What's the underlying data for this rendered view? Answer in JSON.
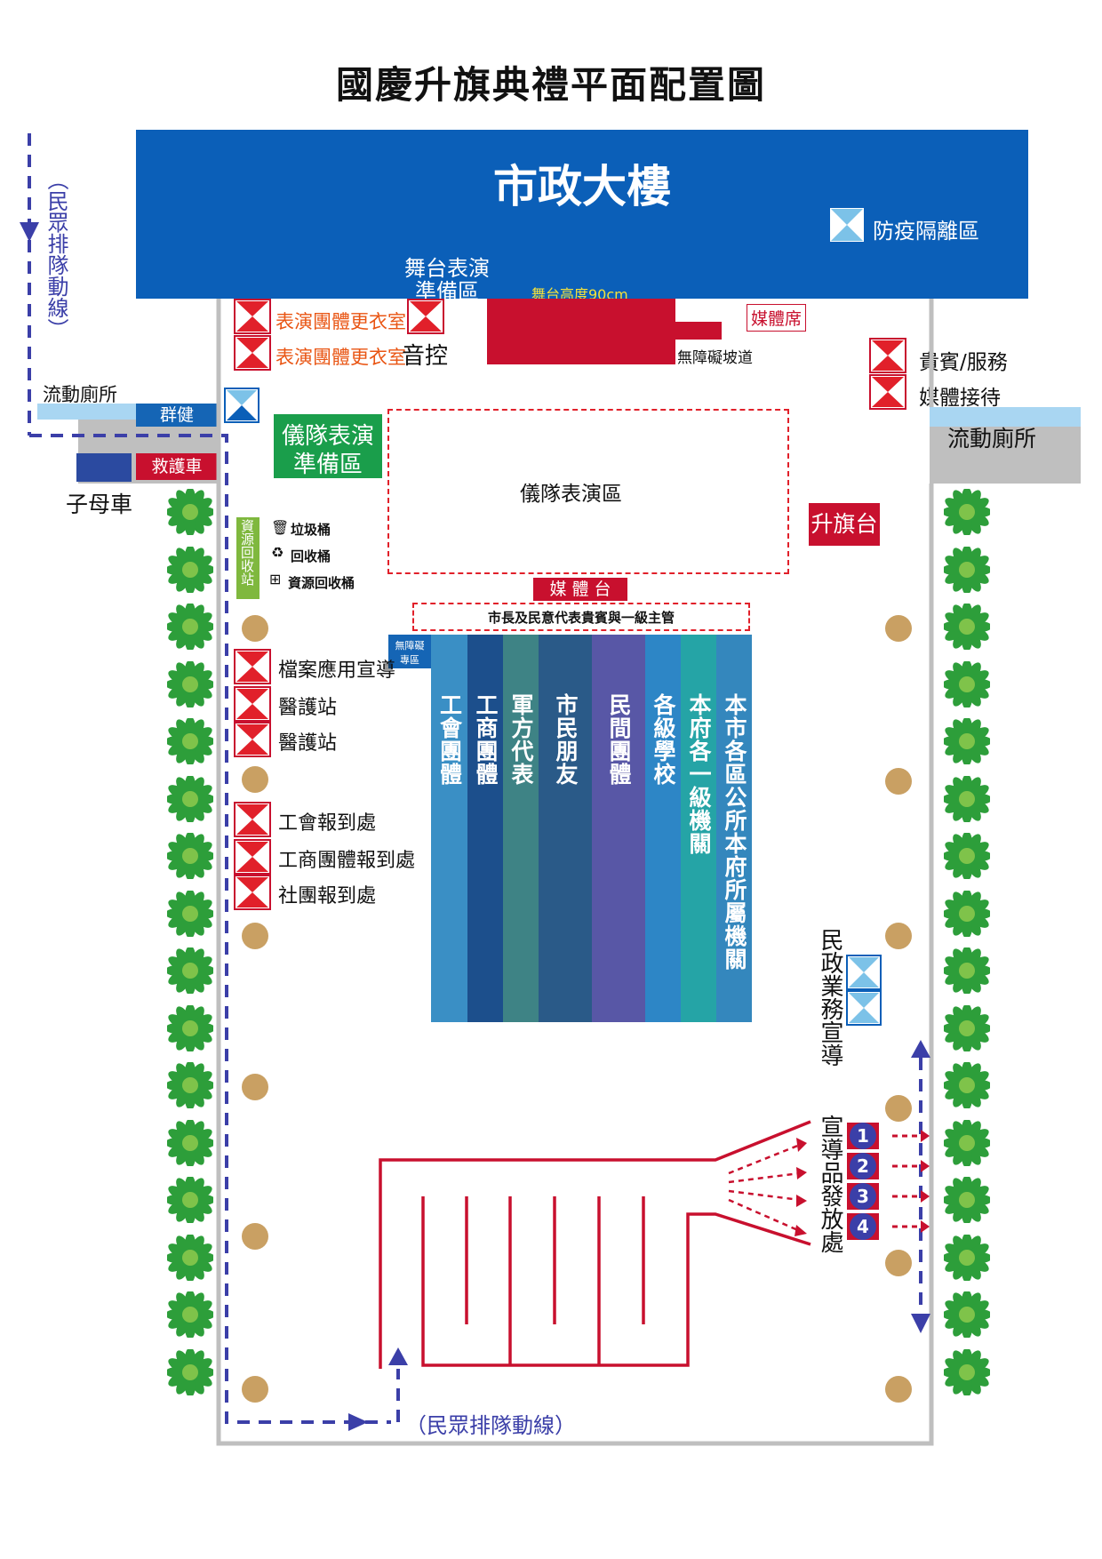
{
  "title": "國慶升旗典禮平面配置圖",
  "building": {
    "name": "市政大樓",
    "quarantine": "防疫隔離區"
  },
  "stage": {
    "prep_line1": "舞台表演",
    "prep_line2": "準備區",
    "height_note": "舞台高度90cm",
    "media_seat": "媒體席",
    "ramp": "無障礙坡道"
  },
  "left_top": {
    "dressing1": "表演團體更衣室",
    "dressing2": "表演團體更衣室",
    "sound": "音控",
    "toilet": "流動廁所",
    "health": "群健",
    "ambulance": "救護車",
    "mother_child": "子母車"
  },
  "right_top": {
    "vip": "貴賓/服務",
    "media_reception": "媒體接待",
    "toilet": "流動廁所"
  },
  "queue_left_vertical": "（民眾排隊動線）",
  "queue_bottom": "（民眾排隊動線）",
  "honor_guard": {
    "prep_line1": "儀隊表演",
    "prep_line2": "準備區",
    "area": "儀隊表演區"
  },
  "flag_platform": "升旗台",
  "media_platform": "媒 體 台",
  "vip_row": "市長及民意代表貴賓與一級主管",
  "accessible": {
    "line1": "無障礙",
    "line2": "專區"
  },
  "recycle": {
    "station": "資源回收站",
    "trash": "垃圾桶",
    "recycle": "回收桶",
    "resource": "資源回收桶"
  },
  "booths_left": [
    "檔案應用宣導",
    "醫護站",
    "醫護站",
    "工會報到處",
    "工商團體報到處",
    "社團報到處"
  ],
  "columns": [
    {
      "label": "工會團體",
      "color": "#3a8fc5"
    },
    {
      "label": "工商團體",
      "color": "#1c4f8c"
    },
    {
      "label": "軍方代表",
      "color": "#3e8385"
    },
    {
      "label": "市民朋友",
      "color": "#2a5a88"
    },
    {
      "label": "民間團體",
      "color": "#5857a6"
    },
    {
      "label": "各級學校",
      "color": "#2d86c6"
    },
    {
      "label": "本府各一級機關",
      "color": "#25a4a6"
    },
    {
      "label": "本市各區公所本府所屬機關",
      "color": "#3487bd"
    }
  ],
  "civil_affairs": "民政業務宣導",
  "souvenir": {
    "label": "宣導品發放處",
    "numbers": [
      "1",
      "2",
      "3",
      "4"
    ]
  },
  "colors": {
    "building": "#0b5fb8",
    "stage": "#c8102e",
    "green": "#1a9e4b",
    "route": "#3b3fa8",
    "tree": "#2d9e3a",
    "dot": "#c9a063"
  }
}
